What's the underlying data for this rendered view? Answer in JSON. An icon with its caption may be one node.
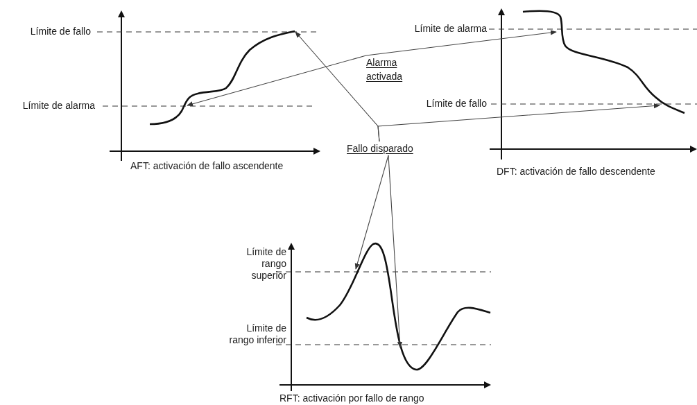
{
  "diagram": {
    "nodes": [
      {
        "text": [
          "Alarma activada"
        ]
      },
      {
        "text": [
          "Fallo disparado"
        ]
      }
    ],
    "edges": [
      {
        "from": 0,
        "to": null,
        "arrow": "to"
      },
      {
        "from": 0,
        "to": null,
        "arrow": "to"
      },
      {
        "from": 1,
        "to": null,
        "arrow": "to"
      },
      {
        "from": 1,
        "to": null,
        "arrow": "to"
      },
      {
        "from": 1,
        "to": null,
        "arrow": "to"
      },
      {
        "from": 1,
        "to": null,
        "arrow": "to"
      }
    ],
    "labels": [
      "Límite de fallo",
      "Límite de alarma",
      "AFT: activación de fallo ascendente",
      "Límite de alarma",
      "Límite de fallo",
      "DFT: activación de fallo descendente",
      "Límite de rango superior",
      "Límite de rango inferior",
      "RFT: activación por fallo de rango"
    ]
  }
}
